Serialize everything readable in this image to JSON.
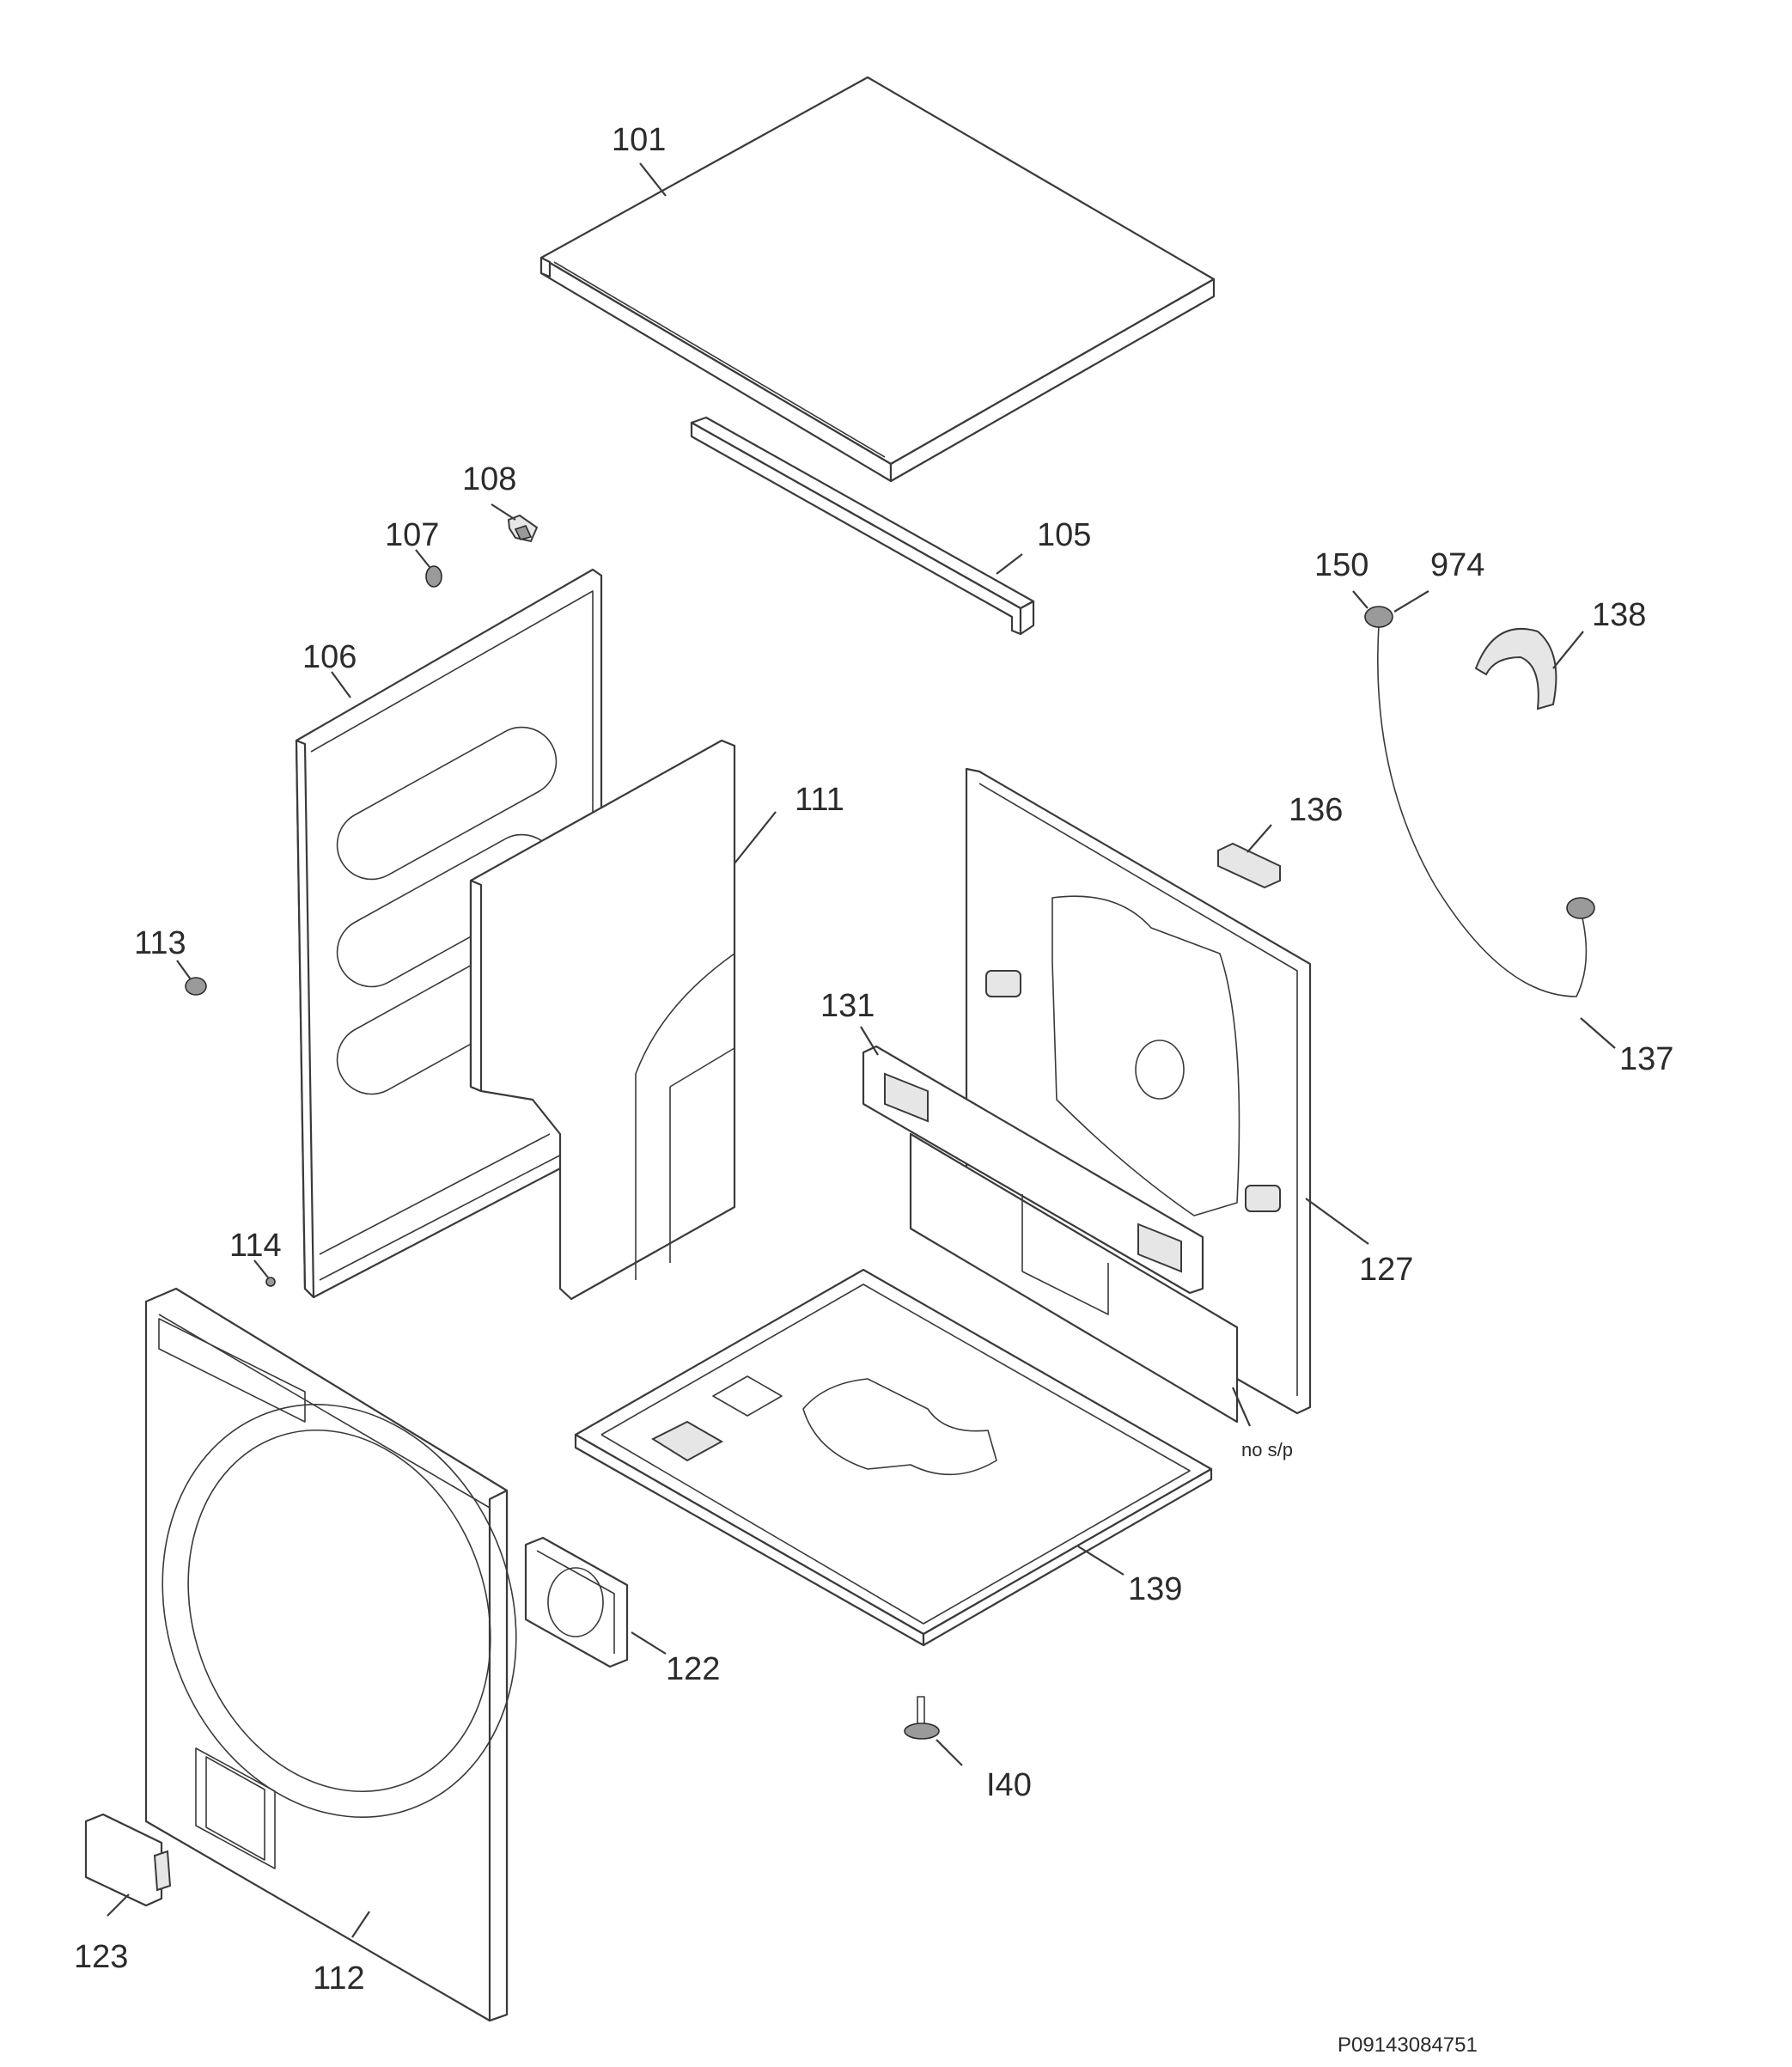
{
  "diagram": {
    "callouts": {
      "p101": "101",
      "p105": "105",
      "p106": "106",
      "p107": "107",
      "p108": "108",
      "p111": "111",
      "p112": "112",
      "p113": "113",
      "p114": "114",
      "p122": "122",
      "p123": "123",
      "p127": "127",
      "p131": "131",
      "p136": "136",
      "p137": "137",
      "p138": "138",
      "p139": "139",
      "p140": "I40",
      "p150": "150",
      "p974": "974"
    },
    "note_no_sp": "no s/p",
    "reference_code": "P09143084751"
  }
}
